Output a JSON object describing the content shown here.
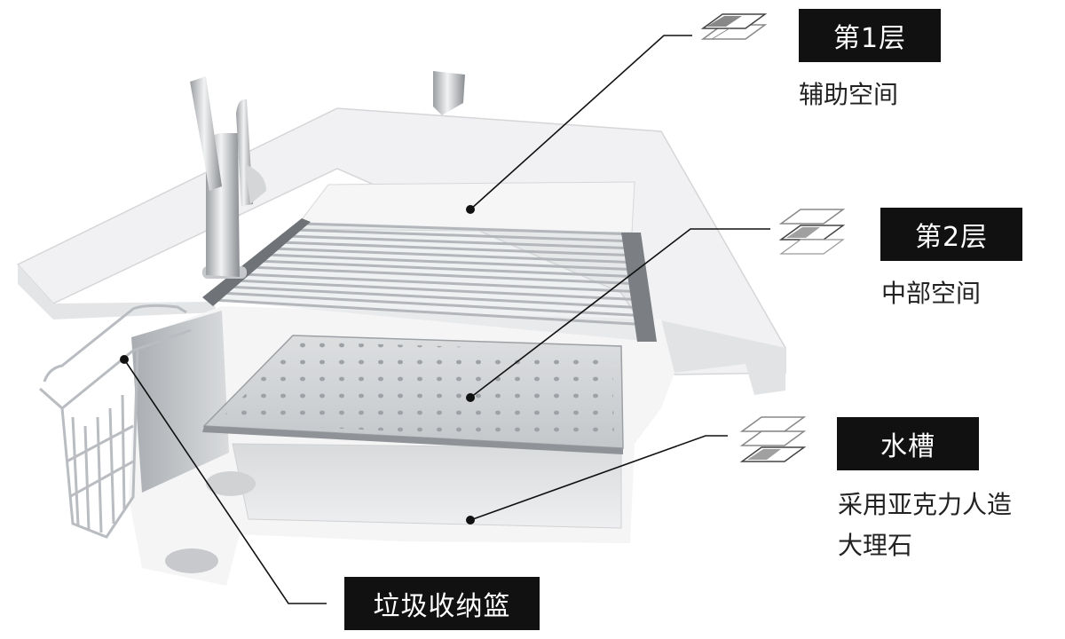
{
  "labels": {
    "layer1": {
      "title": "第1层",
      "desc": "辅助空间"
    },
    "layer2": {
      "title": "第2层",
      "desc": "中部空间"
    },
    "sink": {
      "title": "水槽",
      "desc_line1": "采用亚克力人造",
      "desc_line2": "大理石"
    },
    "basket": {
      "title": "垃圾收纳篮"
    }
  },
  "colors": {
    "tag_bg": "#111111",
    "tag_text": "#ffffff",
    "counter": "#f3f3f5",
    "steel": "#bfc2c6",
    "leader_line": "#111111"
  },
  "icons": {
    "layer1": "layer-stack-icon",
    "layer2": "layer-stack-icon",
    "sink": "layer-stack-icon"
  }
}
